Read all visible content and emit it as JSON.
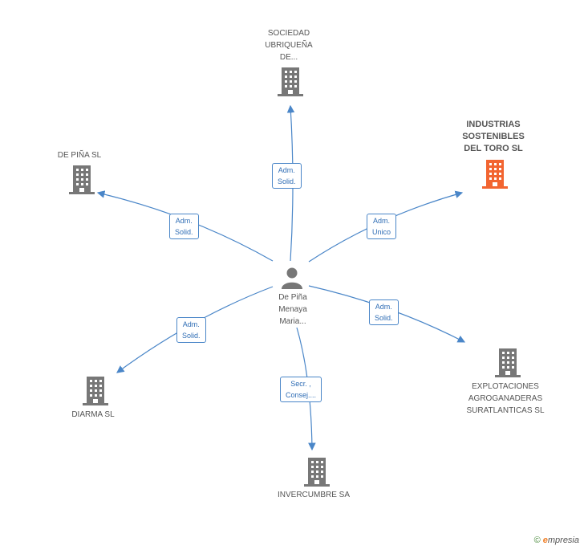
{
  "person": {
    "name": "De Piña\nMenaya\nMaria..."
  },
  "companies": [
    {
      "id": "sociedad",
      "name": "SOCIEDAD\nUBRIQUEÑA\nDE...",
      "role": "Adm.\nSolid."
    },
    {
      "id": "industrias",
      "name": "INDUSTRIAS\nSOSTENIBLES\nDEL TORO SL",
      "role": "Adm.\nUnico",
      "highlight": true
    },
    {
      "id": "depina",
      "name": "DE PIÑA SL",
      "role": "Adm.\nSolid."
    },
    {
      "id": "explotaciones",
      "name": "EXPLOTACIONES\nAGROGANADERAS\nSURATLANTICAS SL",
      "role": "Adm.\nSolid."
    },
    {
      "id": "diarma",
      "name": "DIARMA SL",
      "role": "Adm.\nSolid."
    },
    {
      "id": "invercumbre",
      "name": "INVERCUMBRE SA",
      "role": "Secr. ,\nConsej...."
    }
  ],
  "colors": {
    "edge": "#4a86c8",
    "building": "#777777",
    "highlight": "#f26531"
  },
  "footer": {
    "copyright": "©",
    "brand_initial": "e",
    "brand_rest": "mpresia"
  }
}
